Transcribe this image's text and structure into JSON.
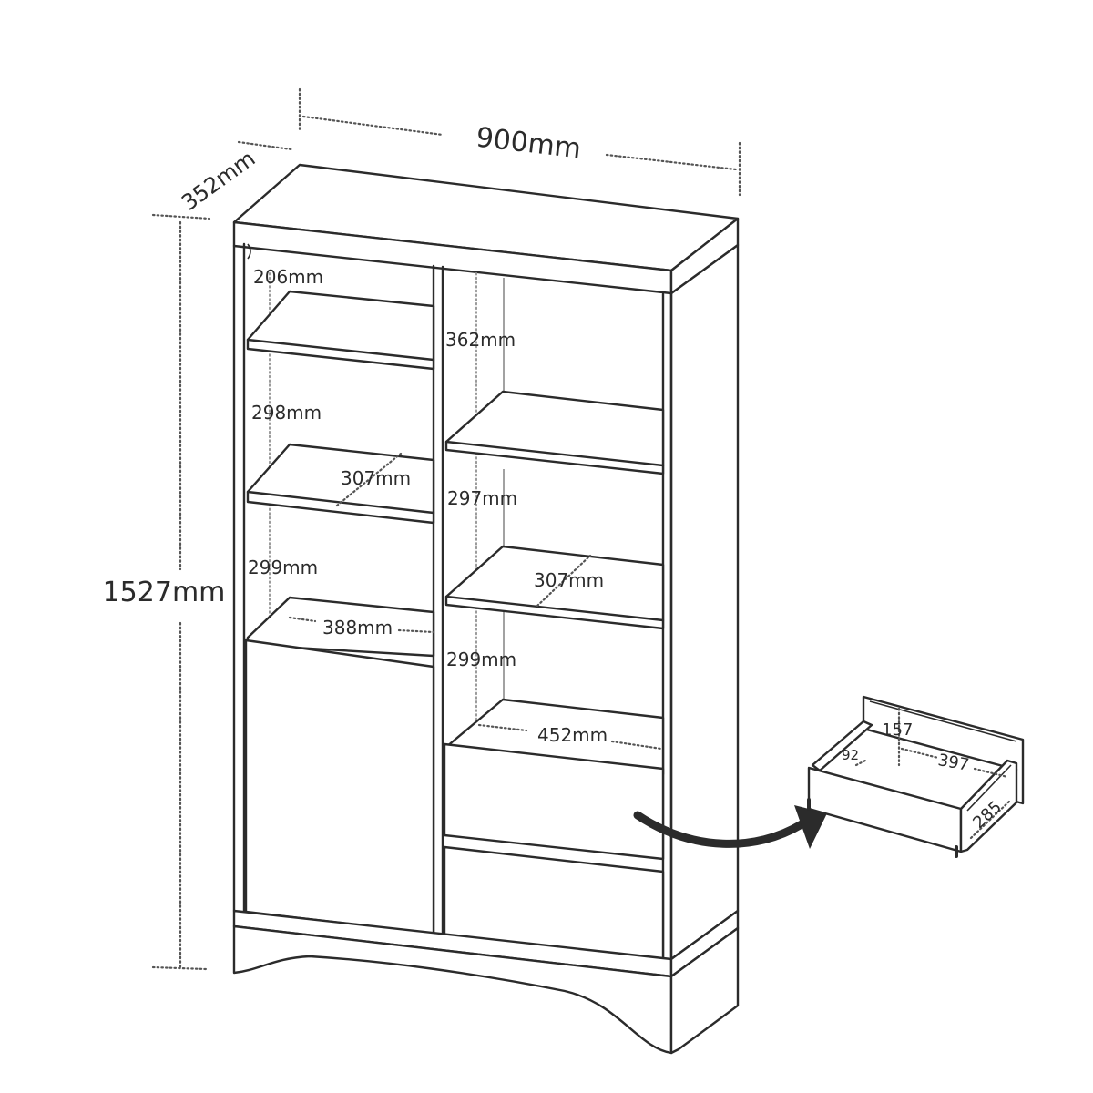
{
  "dimensions": {
    "width": "900mm",
    "depth": "352mm",
    "height": "1527mm"
  },
  "left_compartment": {
    "gap_top": "206mm",
    "gap_middle": "298mm",
    "gap_lower": "299mm",
    "shelf_depth": "307mm",
    "shelf_width": "388mm"
  },
  "right_compartment": {
    "gap_top": "362mm",
    "gap_middle": "297mm",
    "gap_lower": "299mm",
    "shelf_depth": "307mm",
    "base_width": "452mm"
  },
  "drawer": {
    "height": "157",
    "inner_height": "92",
    "width": "397",
    "depth": "285"
  }
}
